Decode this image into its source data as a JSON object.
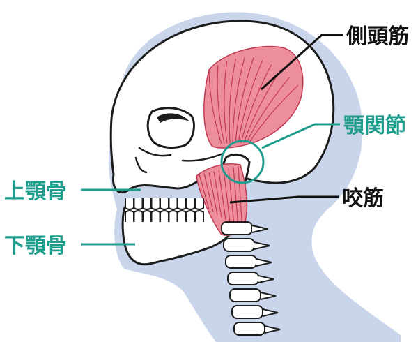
{
  "colors": {
    "silhouette": "#c9d5ea",
    "bone_fill": "#ffffff",
    "outline": "#1c1c1c",
    "muscle": "#ec8e9c",
    "muscle_fiber": "#c23a52",
    "teal": "#1f9d8c",
    "black": "#111111"
  },
  "labels": {
    "temporalis": "側頭筋",
    "tmj": "顎関節",
    "masseter": "咬筋",
    "maxilla": "上顎骨",
    "mandible": "下顎骨"
  }
}
